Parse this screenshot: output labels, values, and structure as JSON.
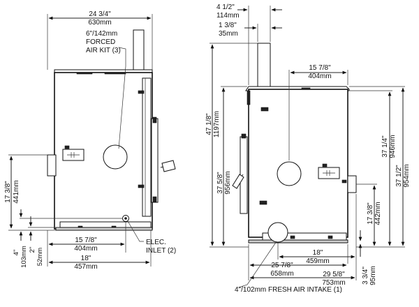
{
  "front_view": {
    "width_in": "24 3/4\"",
    "width_mm": "630mm",
    "forced_air_1": "6\"/142mm",
    "forced_air_2": "FORCED",
    "forced_air_3": "AIR KIT (3)",
    "height_in": "17 3/8\"",
    "height_mm": "441mm",
    "inlet_in": "4\"",
    "inlet_mm": "103mm",
    "base_in": "2\"",
    "base_mm": "52mm",
    "elec_1": "ELEC.",
    "elec_2": "INLET (2)",
    "inner_w_in": "15 7/8\"",
    "inner_w_mm": "404mm",
    "outer_w_in": "18\"",
    "outer_w_mm": "457mm"
  },
  "side_view": {
    "top_in": "4 1/2\"",
    "top_mm": "114mm",
    "flue_in": "1 3/8\"",
    "flue_mm": "35mm",
    "inner_w_in": "15 7/8\"",
    "inner_w_mm": "404mm",
    "h_total_in": "47 1/8\"",
    "h_total_mm": "1197mm",
    "h_left_in": "37 5/8\"",
    "h_left_mm": "956mm",
    "h_right_a_in": "37 1/4\"",
    "h_right_a_mm": "946mm",
    "h_right_b_in": "37 1/2\"",
    "h_right_b_mm": "954mm",
    "h_low_in": "17 3/8\"",
    "h_low_mm": "442mm",
    "w18_in": "18\"",
    "w18_mm": "459mm",
    "w25_in": "25 7/8\"",
    "w25_mm": "658mm",
    "w29_in": "29 5/8\"",
    "w29_mm": "753mm",
    "intake_in": "3 3/4\"",
    "intake_mm": "95mm",
    "fresh_air": "4\"/102mm FRESH AIR INTAKE (1)"
  }
}
